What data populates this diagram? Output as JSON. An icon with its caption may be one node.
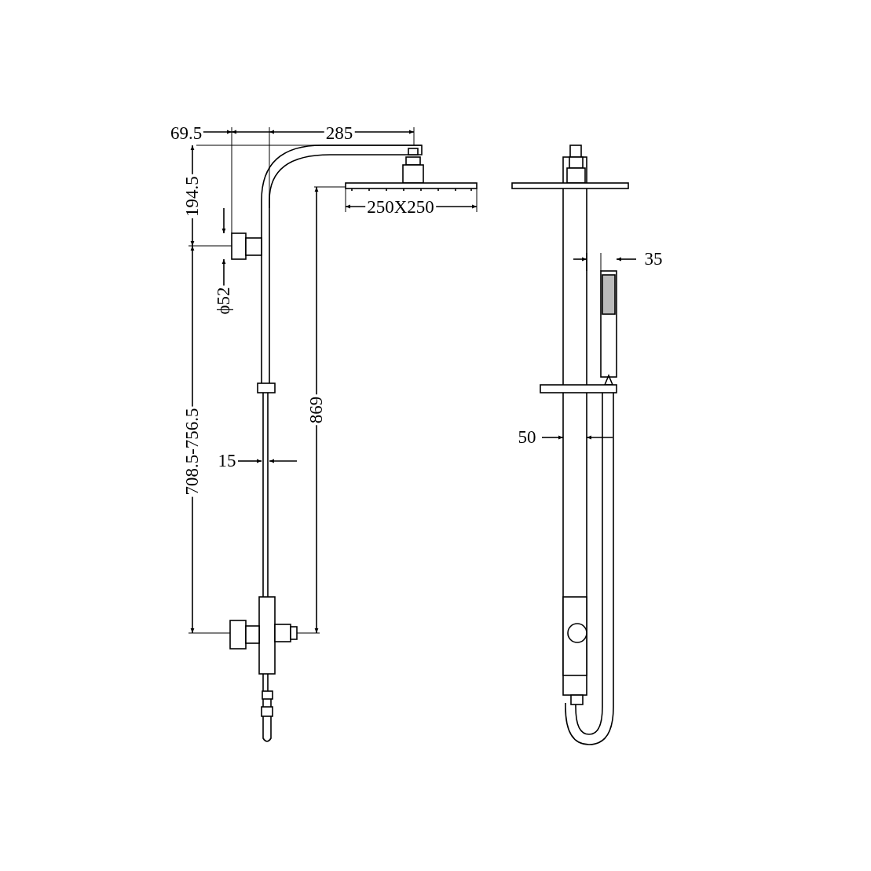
{
  "diagram": {
    "labels": [
      "69.5",
      "285",
      "194.5",
      "250X250",
      "35",
      "ϕ52",
      "708.5-756.5",
      "869",
      "15",
      "50"
    ]
  }
}
